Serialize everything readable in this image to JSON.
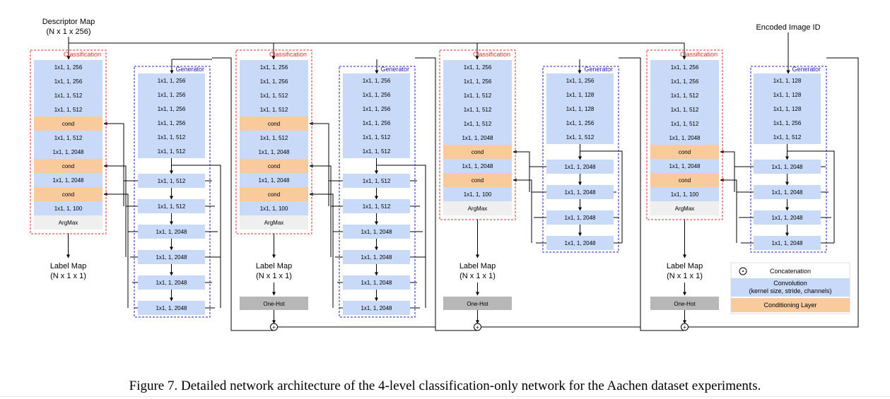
{
  "inputs": {
    "descriptor_title": "Descriptor Map",
    "descriptor_shape": "(N x 1 x 256)",
    "encoded_id": "Encoded Image ID"
  },
  "columns": [
    {
      "classification": {
        "label": "Classification",
        "layers": [
          "1x1, 1, 256",
          "1x1, 1, 256",
          "1x1, 1, 512",
          "1x1, 1, 512",
          "cond",
          "1x1, 1, 512",
          "1x1, 1, 2048",
          "cond",
          "1x1, 1, 2048",
          "cond",
          "1x1, 1, 100",
          "ArgMax"
        ]
      },
      "generator": {
        "label": "Generator",
        "top_layers": [
          "1x1, 1, 256",
          "1x1, 1, 256",
          "1x1, 1, 256",
          "1x1, 1, 256",
          "1x1, 1, 512",
          "1x1, 1, 512"
        ],
        "branches": [
          "1x1, 1, 512",
          "1x1, 1, 512",
          "1x1, 1, 2048",
          "1x1, 1, 2048",
          "1x1, 1, 2048",
          "1x1, 1, 2048"
        ]
      },
      "output_title": "Label Map",
      "output_shape": "(N x 1 x 1)"
    },
    {
      "classification": {
        "label": "Classification",
        "layers": [
          "1x1, 1, 256",
          "1x1, 1, 256",
          "1x1, 1, 512",
          "1x1, 1, 512",
          "cond",
          "1x1, 1, 512",
          "1x1, 1, 2048",
          "cond",
          "1x1, 1, 2048",
          "cond",
          "1x1, 1, 100",
          "ArgMax"
        ]
      },
      "generator": {
        "label": "Generator",
        "top_layers": [
          "1x1, 1, 256",
          "1x1, 1, 256",
          "1x1, 1, 256",
          "1x1, 1, 256",
          "1x1, 1, 512",
          "1x1, 1, 512"
        ],
        "branches": [
          "1x1, 1, 512",
          "1x1, 1, 512",
          "1x1, 1, 2048",
          "1x1, 1, 2048",
          "1x1, 1, 2048",
          "1x1, 1, 2048"
        ]
      },
      "output_title": "Label Map",
      "output_shape": "(N x 1 x 1)",
      "onehot": "One-Hot"
    },
    {
      "classification": {
        "label": "Classification",
        "layers": [
          "1x1, 1, 256",
          "1x1, 1, 256",
          "1x1, 1, 512",
          "1x1, 1, 512",
          "1x1, 1, 512",
          "1x1, 1, 2048",
          "cond",
          "1x1, 1, 2048",
          "cond",
          "1x1, 1, 100",
          "ArgMax"
        ]
      },
      "generator": {
        "label": "Generator",
        "top_layers": [
          "1x1, 1, 256",
          "1x1, 1, 128",
          "1x1, 1, 128",
          "1x1, 1, 256",
          "1x1, 1, 512"
        ],
        "branches": [
          "1x1, 1, 2048",
          "1x1, 1, 2048",
          "1x1, 1, 2048",
          "1x1, 1, 2048"
        ]
      },
      "output_title": "Label Map",
      "output_shape": "(N x 1 x 1)",
      "onehot": "One-Hot"
    },
    {
      "classification": {
        "label": "Classification",
        "layers": [
          "1x1, 1, 256",
          "1x1, 1, 256",
          "1x1, 1, 512",
          "1x1, 1, 512",
          "1x1, 1, 512",
          "1x1, 1, 2048",
          "cond",
          "1x1, 1, 2048",
          "cond",
          "1x1, 1, 100",
          "ArgMax"
        ]
      },
      "generator": {
        "label": "Generator",
        "top_layers": [
          "1x1, 1, 128",
          "1x1, 1, 128",
          "1x1, 1, 128",
          "1x1, 1, 256",
          "1x1, 1, 512"
        ],
        "branches": [
          "1x1, 1, 2048",
          "1x1, 1, 2048",
          "1x1, 1, 2048",
          "1x1, 1, 2048"
        ]
      },
      "output_title": "Label Map",
      "output_shape": "(N x 1 x 1)",
      "onehot": "One-Hot"
    }
  ],
  "legend": {
    "concat": "Concatenation",
    "conv_line1": "Convolution",
    "conv_line2": "(kernel size, stride, channels)",
    "cond": "Conditioning Layer"
  },
  "concat_symbol": "+",
  "colors": {
    "conv": "#c9daf8",
    "cond": "#f9cb9c",
    "argmax": "#efefef",
    "onehot": "#b7b7b7",
    "classification_border": "#e03030",
    "generator_border": "#2020b0"
  },
  "caption": "Figure 7. Detailed network architecture of the 4-level classification-only network for the Aachen dataset experiments."
}
